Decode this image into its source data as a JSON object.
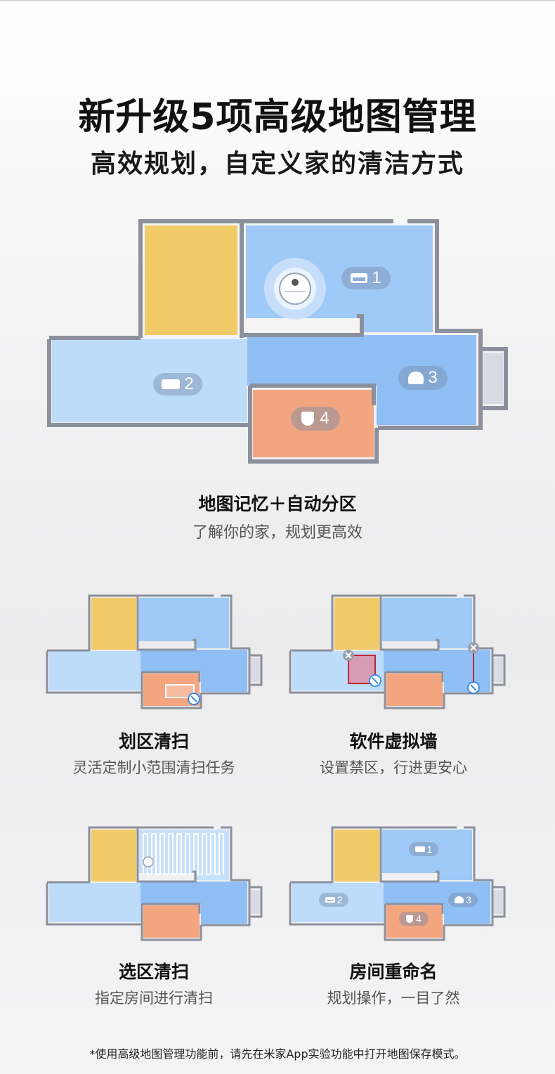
{
  "header": {
    "title": "新升级5项高级地图管理",
    "subtitle": "高效规划，自定义家的清洁方式"
  },
  "hero": {
    "feature_title": "地图记忆＋自动分区",
    "feature_desc": "了解你的家，规划更高效",
    "rooms": [
      {
        "number": "1",
        "icon": "sofa-icon"
      },
      {
        "number": "2",
        "icon": "bed-icon"
      },
      {
        "number": "3",
        "icon": "chef-hat-icon"
      },
      {
        "number": "4",
        "icon": "toilet-icon"
      }
    ]
  },
  "features": [
    {
      "title": "划区清扫",
      "desc": "灵活定制小范围清扫任务"
    },
    {
      "title": "软件虚拟墙",
      "desc": "设置禁区，行进更安心"
    },
    {
      "title": "选区清扫",
      "desc": "指定房间进行清扫"
    },
    {
      "title": "房间重命名",
      "desc": "规划操作，一目了然"
    }
  ],
  "rename_rooms": [
    "1",
    "2",
    "3",
    "4"
  ],
  "footnote": "*使用高级地图管理功能前，请先在米家App实验功能中打开地图保存模式。",
  "colors": {
    "yellow_room": "#f1cb67",
    "blue_room": "#9ec8f6",
    "blue_room_dark": "#8fbff5",
    "light_blue_room": "#bcdcf9",
    "orange_room": "#f2a57f",
    "wall": "#8c909c",
    "restricted": "#d79bb3"
  }
}
